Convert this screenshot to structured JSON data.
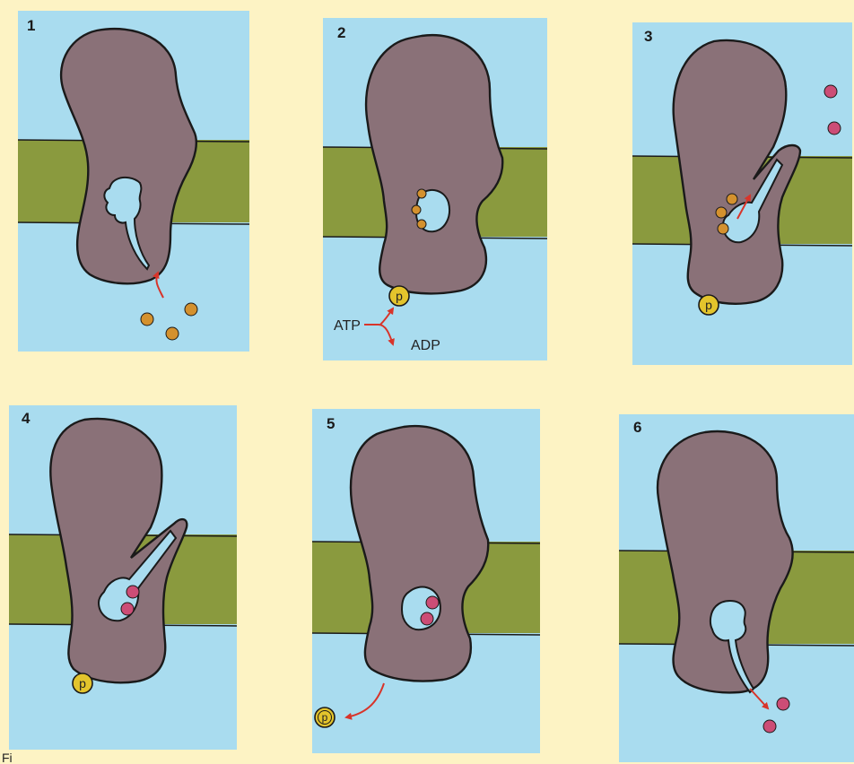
{
  "colors": {
    "page_background": "#fdf3c4",
    "water": "#a9dcef",
    "membrane": "#8a9a3e",
    "protein": "#8a7178",
    "outline": "#1a1a1a",
    "sodium_ion": "#d4912e",
    "potassium_ion": "#cc4d76",
    "phosphate": "#e3c42c",
    "arrow": "#d8342a"
  },
  "panels": [
    {
      "number": "1"
    },
    {
      "number": "2",
      "atp_label": "ATP",
      "adp_label": "ADP",
      "phosphate_label": "p"
    },
    {
      "number": "3",
      "phosphate_label": "p"
    },
    {
      "number": "4",
      "phosphate_label": "p"
    },
    {
      "number": "5",
      "phosphate_label": "p"
    },
    {
      "number": "6"
    }
  ],
  "caption_fragment": "Fi"
}
